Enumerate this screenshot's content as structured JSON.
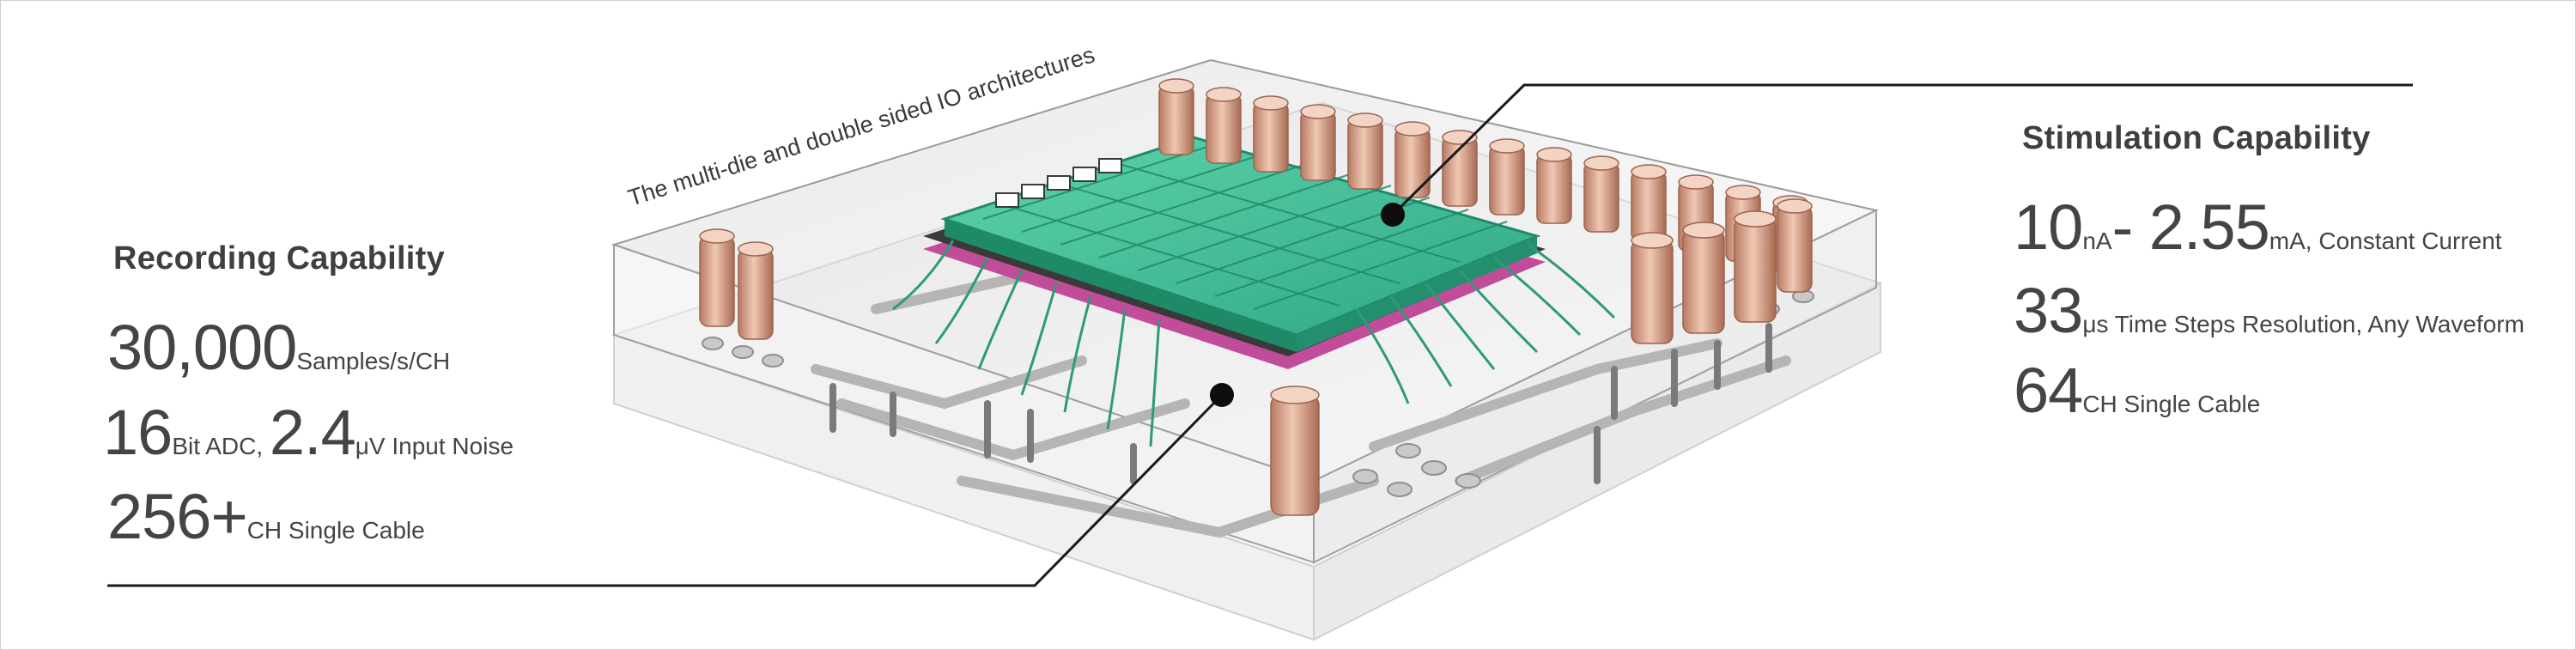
{
  "recording": {
    "heading": "Recording Capability",
    "line1": {
      "big1": "30,000",
      "small1": "Samples/s/CH"
    },
    "line2": {
      "big1": "16",
      "small1": "Bit ADC, ",
      "big2": "2.4",
      "small2": "μV Input Noise"
    },
    "line3": {
      "big1": "256+",
      "small1": "CH Single Cable"
    }
  },
  "stimulation": {
    "heading": "Stimulation Capability",
    "line1": {
      "big1": "10",
      "small1": "nA",
      "big2": "- 2.55",
      "small2": "mA, Constant Current"
    },
    "line2": {
      "big1": "33",
      "small1": "μs Time Steps Resolution, Any Waveform"
    },
    "line3": {
      "big1": "64",
      "small1": "CH Single Cable"
    }
  },
  "diagram": {
    "tagline": "The multi-die and double sided IO architectures",
    "colors": {
      "die": "#3fbf98",
      "die_dark": "#1f8a68",
      "capacitor": "#d9a58c",
      "capacitor_dark": "#b87a62",
      "substrate_accent": "#c04c9a",
      "trace": "#b8b8b8"
    }
  }
}
